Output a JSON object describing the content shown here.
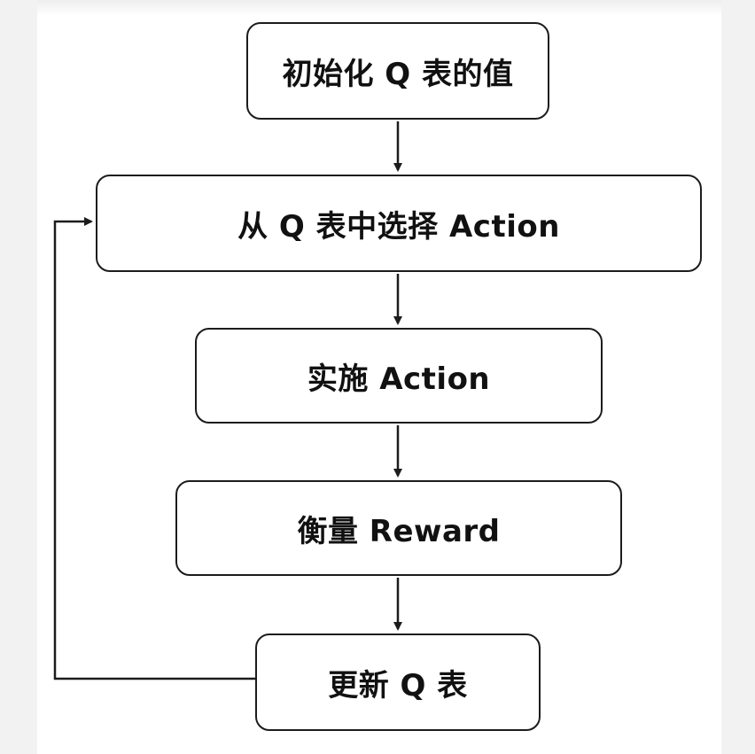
{
  "diagram": {
    "nodes": [
      {
        "id": "n1",
        "label": "初始化 Q 表的值"
      },
      {
        "id": "n2",
        "label": "从 Q 表中选择 Action"
      },
      {
        "id": "n3",
        "label": "实施 Action"
      },
      {
        "id": "n4",
        "label": "衡量 Reward"
      },
      {
        "id": "n5",
        "label": "更新 Q 表"
      }
    ],
    "edges": [
      {
        "from": "n1",
        "to": "n2"
      },
      {
        "from": "n2",
        "to": "n3"
      },
      {
        "from": "n3",
        "to": "n4"
      },
      {
        "from": "n4",
        "to": "n5"
      },
      {
        "from": "n5",
        "to": "n2",
        "type": "loop-back"
      }
    ],
    "stroke_color": "#1c1c1c"
  }
}
